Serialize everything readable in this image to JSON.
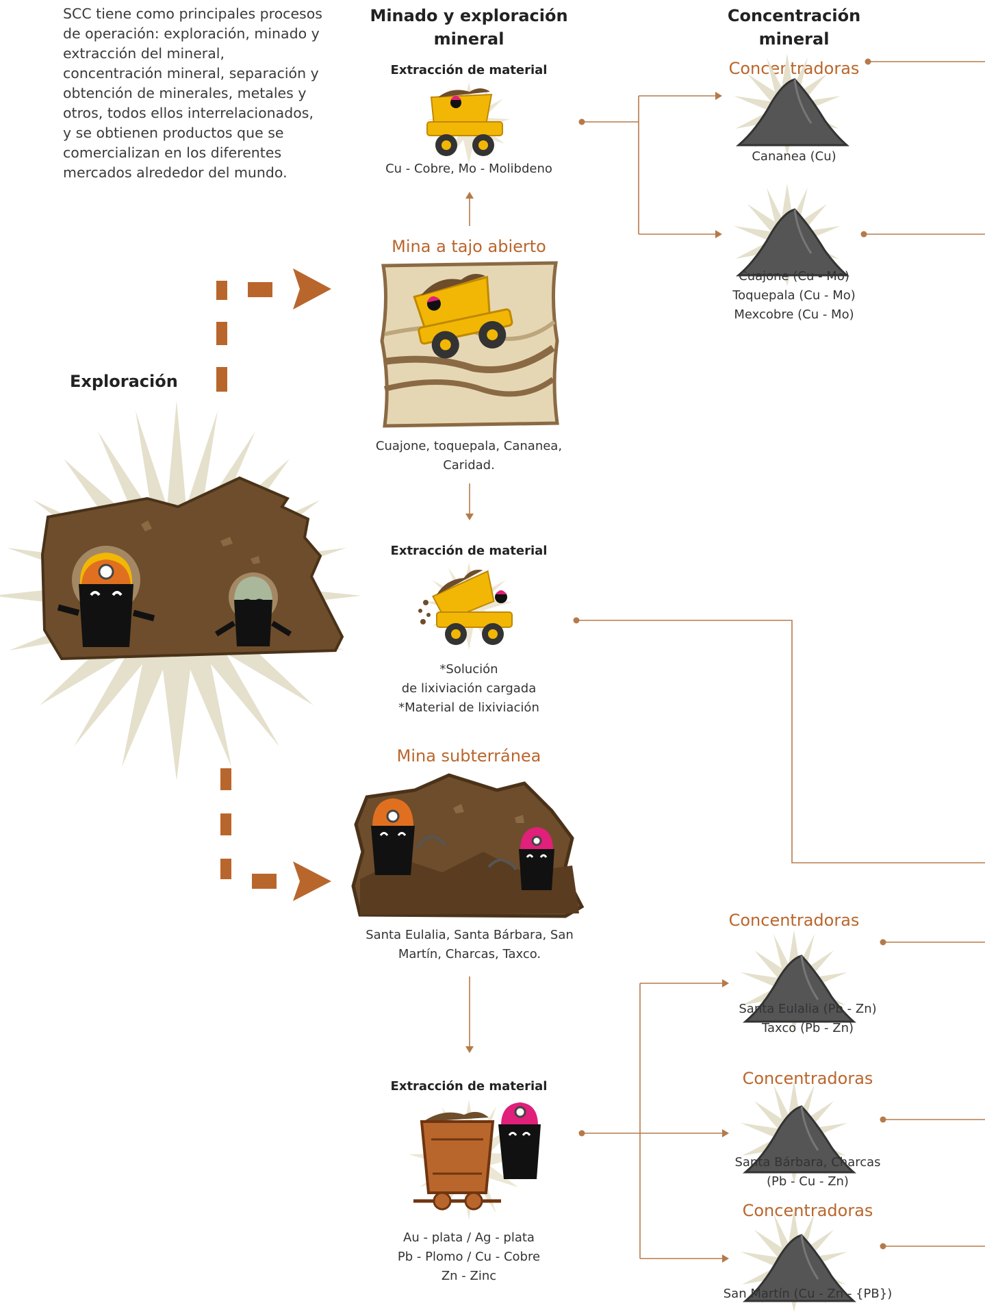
{
  "intro": "SCC tiene como principales procesos de operación: exploración, minado y extracción del mineral, concentración mineral, separación y obtención de minerales, metales y otros, todos ellos interrelacionados, y se obtienen productos que se comercializan en los diferentes mercados alrededor del mundo.",
  "columns": {
    "mining": "Minado y exploración mineral",
    "concentration": "Concentración mineral"
  },
  "exploration": {
    "label": "Exploración"
  },
  "open_pit": {
    "title": "Mina a tajo abierto",
    "caption": "Cuajone, toquepala, Cananea, Caridad."
  },
  "underground": {
    "title": "Mina subterránea",
    "caption": "Santa Eulalia, Santa Bárbara, San Martín, Charcas, Taxco."
  },
  "extraction_top": {
    "title": "Extracción de material",
    "caption": "Cu - Cobre, Mo - Molibdeno"
  },
  "extraction_mid": {
    "title": "Extracción de material",
    "caption_lines": [
      "*Solución",
      "de lixiviación cargada",
      "*Material de lixiviación"
    ]
  },
  "extraction_bottom": {
    "title": "Extracción de material",
    "caption_lines": [
      "Au - plata / Ag - plata",
      "Pb - Plomo / Cu - Cobre",
      "Zn - Zinc"
    ]
  },
  "concentrators": [
    {
      "title": "Concentradoras",
      "lines": [
        "Cananea (Cu)"
      ]
    },
    {
      "title": "",
      "lines": [
        "Cuajone (Cu - Mo)",
        "Toquepala (Cu - Mo)",
        "Mexcobre (Cu - Mo)"
      ]
    },
    {
      "title": "Concentradoras",
      "lines": [
        "Santa Eulalia (Pb - Zn)",
        "Taxco (Pb - Zn)"
      ]
    },
    {
      "title": "Concentradoras",
      "lines": [
        "Santa Bárbara, Charcas",
        "(Pb - Cu - Zn)"
      ]
    },
    {
      "title": "Concentradoras",
      "lines": [
        "San Martín (Cu - Zn - {PB})"
      ]
    }
  ],
  "colors": {
    "accent": "#b9662c",
    "line": "#b57a4a",
    "dirt": "#6e4d2c",
    "burst": "#e4e0cc",
    "pile": "#555555",
    "truck": "#f2b705"
  }
}
